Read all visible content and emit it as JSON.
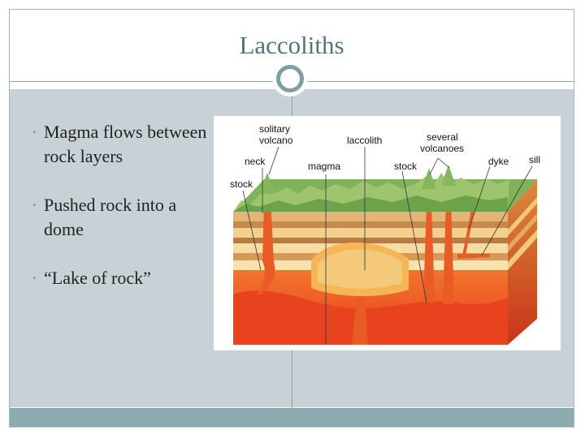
{
  "slide": {
    "title": "Laccoliths",
    "bullets": [
      {
        "text": "Magma flows between rock layers"
      },
      {
        "text": "Pushed rock into a dome"
      },
      {
        "text": "“Lake of rock”"
      }
    ]
  },
  "diagram": {
    "labels": {
      "solitary_volcano_1": "solitary",
      "solitary_volcano_2": "volcano",
      "laccolith": "laccolith",
      "several_volcanoes_1": "several",
      "several_volcanoes_2": "volcanoes",
      "neck": "neck",
      "magma": "magma",
      "stock_left": "stock",
      "stock_right": "stock",
      "dyke": "dyke",
      "sill": "sill"
    }
  },
  "colors": {
    "title": "#54747b",
    "content_bg": "#c7d1d6",
    "bottom_bar": "#8aacb1",
    "accent": "#7d9ea3"
  }
}
